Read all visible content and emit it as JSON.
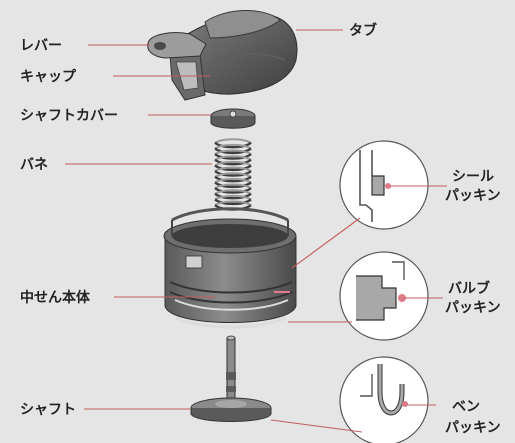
{
  "labels": {
    "lever": "レバー",
    "tab": "タブ",
    "cap": "キャップ",
    "shaft_cover": "シャフトカバー",
    "spring": "バネ",
    "body": "中せん本体",
    "shaft": "シャフト",
    "seal_packing": [
      "シール",
      "パッキン"
    ],
    "valve_packing": [
      "バルブ",
      "パッキン"
    ],
    "ben_packing": [
      "ベン",
      "パッキン"
    ]
  },
  "colors": {
    "background": "#e5e5e5",
    "part_dark": "#4f4f4f",
    "part_mid": "#7a7a7a",
    "part_light": "#a5a5a5",
    "leader": "#c45d5d",
    "zoom_circle": "#ffffff",
    "packing_fill": "#a8a8a8",
    "packing_accent": "#e07c8a"
  }
}
